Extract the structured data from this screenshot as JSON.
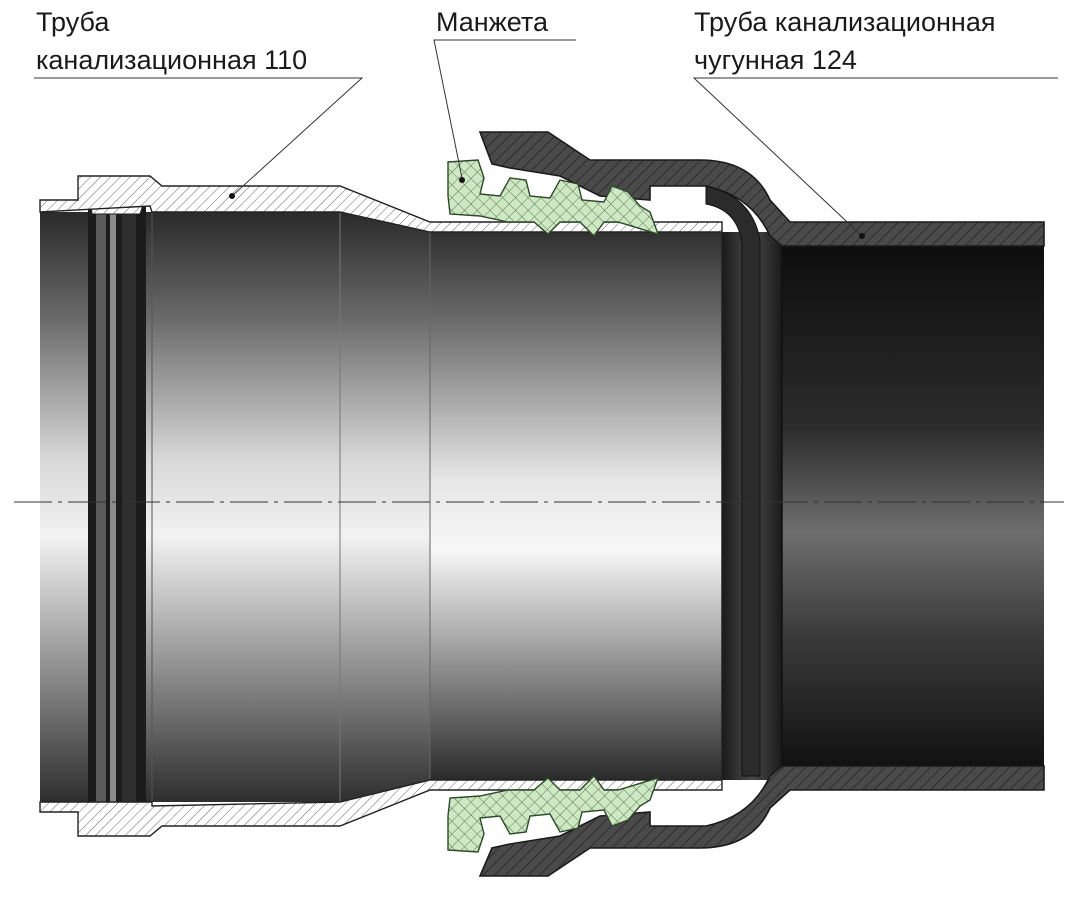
{
  "callouts": {
    "left_pipe": {
      "line1": "Труба",
      "line2": "канализационная 110"
    },
    "cuff": {
      "line1": "Манжета"
    },
    "right_pipe": {
      "line1": "Труба канализационная",
      "line2": "чугунная 124"
    }
  },
  "colors": {
    "background": "#ffffff",
    "plastic_pipe_metal": "#c8c8c8",
    "cast_iron": "#3a3a3a",
    "cuff_rubber": "#cfe8c4",
    "hatch_line": "#555555",
    "outline": "#222222"
  }
}
